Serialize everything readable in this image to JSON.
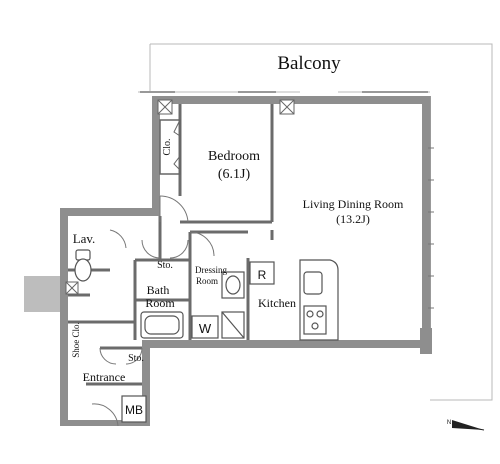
{
  "labels": {
    "balcony": "Balcony",
    "bedroom": "Bedroom",
    "bedroom_size": "(6.1J)",
    "living": "Living Dining Room",
    "living_size": "(13.2J)",
    "closet": "Clo.",
    "lavatory": "Lav.",
    "storage_upper": "Sto.",
    "dressing_line1": "Dressing",
    "dressing_line2": "Room",
    "refrigerator": "R",
    "bath_line1": "Bath",
    "bath_line2": "Room",
    "washer": "W",
    "kitchen": "Kitchen",
    "shoe_closet": "Shoe Clo.",
    "storage_lower": "Sto.",
    "entrance": "Entrance",
    "meter_box": "MB",
    "compass": "N"
  },
  "colors": {
    "wall": "#888888",
    "line": "#555555",
    "background": "#ffffff",
    "fixture": "#f0f0f0"
  }
}
